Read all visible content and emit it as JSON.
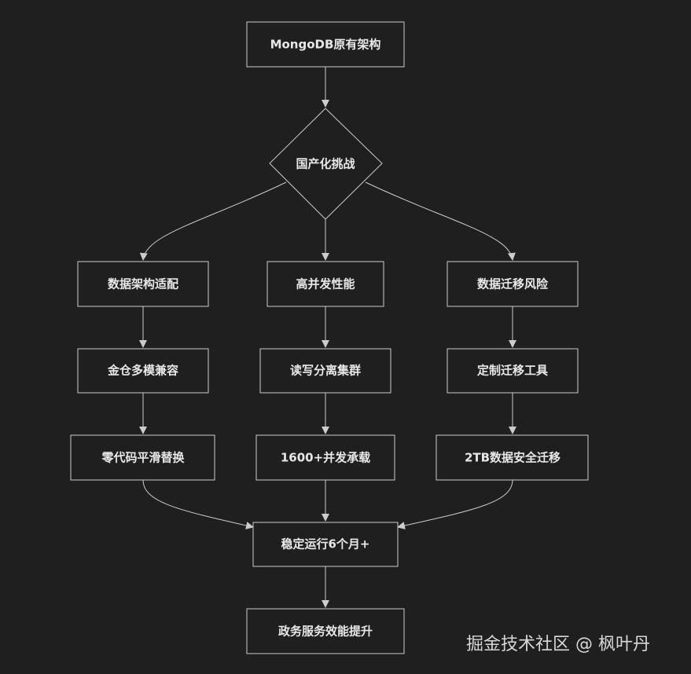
{
  "nodes": {
    "start": "MongoDB原有架构",
    "challenge": "国产化挑战",
    "schema": "数据架构适配",
    "perf": "高并发性能",
    "migration_risk": "数据迁移风险",
    "compat": "金仓多模兼容",
    "rw_cluster": "读写分离集群",
    "tools": "定制迁移工具",
    "zero_code": "零代码平滑替换",
    "concurrency": "1600+并发承载",
    "safe_migration": "2TB数据安全迁移",
    "stable": "稳定运行6个月+",
    "efficiency": "政务服务效能提升"
  },
  "watermark": "掘金技术社区 @ 枫叶丹"
}
